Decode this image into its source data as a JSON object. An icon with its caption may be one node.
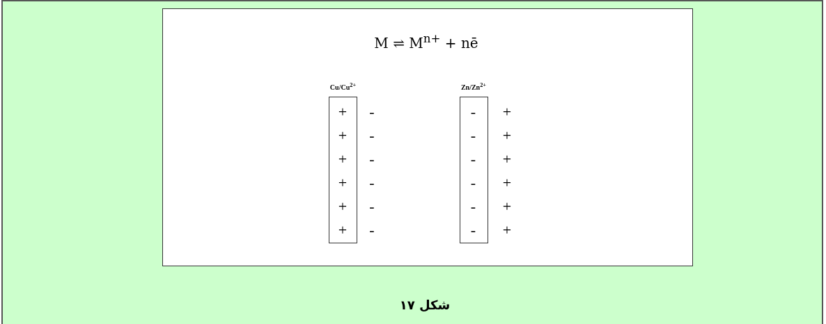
{
  "diagram": {
    "caption": "شكل ١٧",
    "nodes": [
      {
        "text": [
          "Cu/Cu$^{2+}$",
          "+",
          "+",
          "+",
          "+",
          "+",
          "+"
        ]
      },
      {
        "text": [
          "Zn/Zn$^{2+}$",
          "-",
          "-",
          "-",
          "-",
          "-",
          "-"
        ]
      }
    ],
    "labels": [
      "M ⇌ M$^{n+}$ + nē",
      "-",
      "+",
      "-",
      "+",
      "-",
      "+",
      "-",
      "+",
      "-",
      "+",
      "-",
      "+"
    ]
  }
}
